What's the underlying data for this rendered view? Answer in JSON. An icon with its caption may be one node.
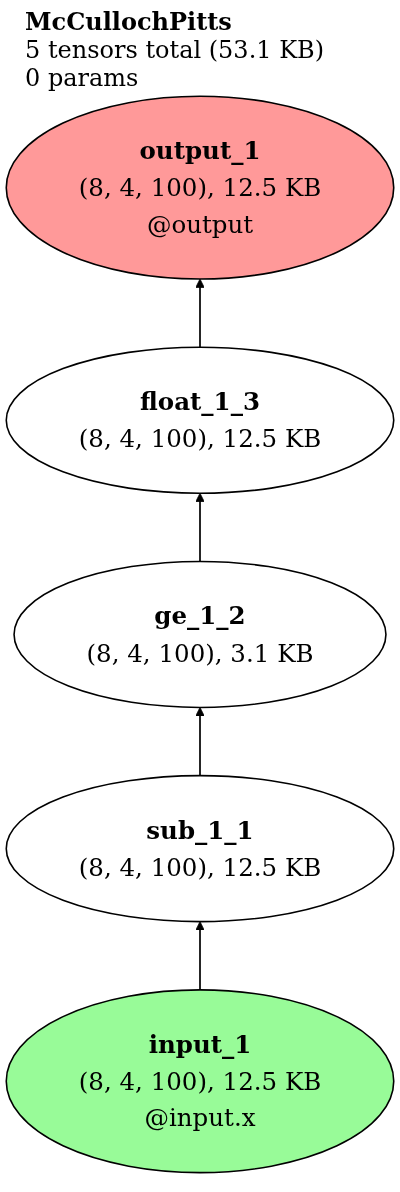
{
  "diagram": {
    "title": "McCullochPitts",
    "nodes": [
      {
        "text": [
          "output_1",
          "(8, 4, 100), 12.5 KB",
          "@output"
        ]
      },
      {
        "text": [
          "float_1_3",
          "(8, 4, 100), 12.5 KB"
        ]
      },
      {
        "text": [
          "ge_1_2",
          "(8, 4, 100), 3.1 KB"
        ]
      },
      {
        "text": [
          "sub_1_1",
          "(8, 4, 100), 12.5 KB"
        ]
      },
      {
        "text": [
          "input_1",
          "(8, 4, 100), 12.5 KB",
          "@input.x"
        ]
      }
    ],
    "edges": [
      {
        "from": 4,
        "to": 3,
        "arrow": "to"
      },
      {
        "from": 3,
        "to": 2,
        "arrow": "to"
      },
      {
        "from": 2,
        "to": 1,
        "arrow": "to"
      },
      {
        "from": 1,
        "to": 0,
        "arrow": "to"
      }
    ],
    "labels": [
      "5 tensors total (53.1 KB)",
      "0 params"
    ]
  }
}
